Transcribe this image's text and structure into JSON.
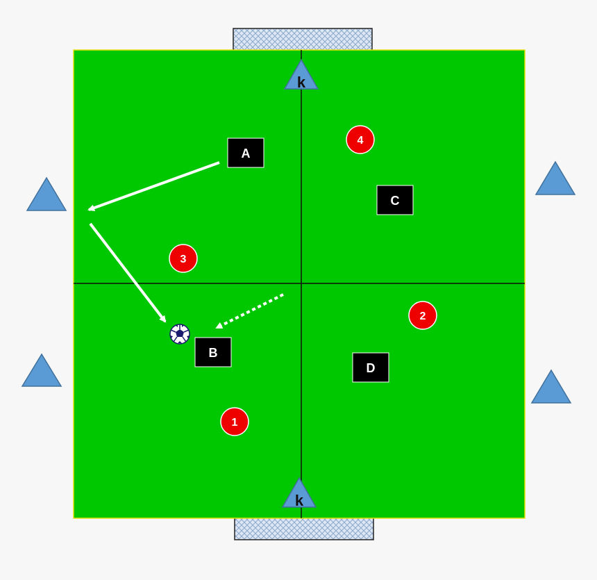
{
  "colors": {
    "background": "#f7f7f7",
    "pitch": "#00c800",
    "pitch_border": "#e0e000",
    "line": "#111111",
    "cone": "#5b9bd5",
    "cone_border": "#41719c",
    "player_box": "#000000",
    "opponent_circle": "#ee0000",
    "arrow": "#ffffff",
    "goal_net": "#c9dcf3"
  },
  "goals": [
    {
      "id": "goal-top",
      "keeper_label": "k"
    },
    {
      "id": "goal-bottom",
      "keeper_label": "k"
    }
  ],
  "players": [
    {
      "id": "A",
      "label": "A"
    },
    {
      "id": "B",
      "label": "B"
    },
    {
      "id": "C",
      "label": "C"
    },
    {
      "id": "D",
      "label": "D"
    }
  ],
  "opponents": [
    {
      "id": "1",
      "label": "1"
    },
    {
      "id": "2",
      "label": "2"
    },
    {
      "id": "3",
      "label": "3"
    },
    {
      "id": "4",
      "label": "4"
    }
  ],
  "ball": {
    "icon": "soccer-ball-icon"
  },
  "arrows": [
    {
      "id": "pass-1",
      "style": "solid"
    },
    {
      "id": "pass-2",
      "style": "solid"
    },
    {
      "id": "run-1",
      "style": "dashed"
    }
  ],
  "cones": [
    {
      "id": "cone-left-top"
    },
    {
      "id": "cone-left-bottom"
    },
    {
      "id": "cone-right-top"
    },
    {
      "id": "cone-right-bottom"
    }
  ]
}
